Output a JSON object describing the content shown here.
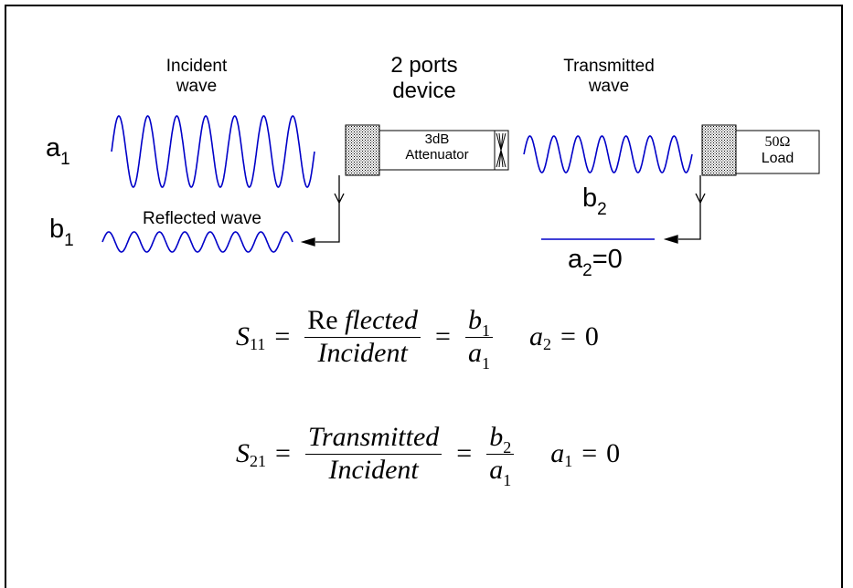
{
  "labels": {
    "incident_line1": "Incident",
    "incident_line2": "wave",
    "device_line1": "2 ports",
    "device_line2": "device",
    "transmitted_line1": "Transmitted",
    "transmitted_line2": "wave",
    "reflected": "Reflected wave",
    "attenuator_line1": "3dB",
    "attenuator_line2": "Attenuator",
    "load_line1": "50Ω",
    "load_line2": "Load"
  },
  "symbols": {
    "a1_base": "a",
    "a1_sub": "1",
    "b1_base": "b",
    "b1_sub": "1",
    "b2_base": "b",
    "b2_sub": "2",
    "a2_base": "a",
    "a2_sub": "2",
    "a2_rest": "=0"
  },
  "eq1": {
    "lhs": "S",
    "lhs_sub": "11",
    "num_re": "Re ",
    "num_rest": "flected",
    "den": "Incident",
    "frac2_num": "b",
    "frac2_num_sub": "1",
    "frac2_den": "a",
    "frac2_den_sub": "1",
    "cond_var": "a",
    "cond_sub": "2",
    "cond_eq": "=",
    "cond_val": "0"
  },
  "eq2": {
    "lhs": "S",
    "lhs_sub": "21",
    "num": "Transmitted",
    "den": "Incident",
    "frac2_num": "b",
    "frac2_num_sub": "2",
    "frac2_den": "a",
    "frac2_den_sub": "1",
    "cond_var": "a",
    "cond_sub": "1",
    "cond_eq": "=",
    "cond_val": "0"
  },
  "colors": {
    "wave": "#0000c8",
    "line": "#000000"
  }
}
